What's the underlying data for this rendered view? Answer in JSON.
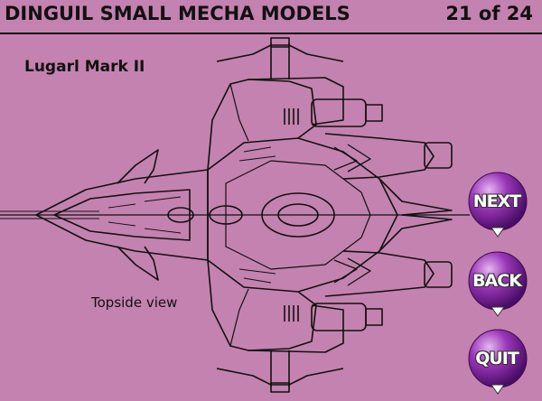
{
  "header": {
    "title": "DINGUIL SMALL MECHA MODELS",
    "counter": "21 of 24"
  },
  "model": {
    "name": "Lugarl Mark II",
    "caption": "Topside view"
  },
  "nav": {
    "next_label": "NEXT",
    "back_label": "BACK",
    "quit_label": "QUIT"
  },
  "colors": {
    "background": "#c482b0",
    "button": "#8a2aa8",
    "button_highlight": "#d6a2e8",
    "line": "#111111"
  }
}
